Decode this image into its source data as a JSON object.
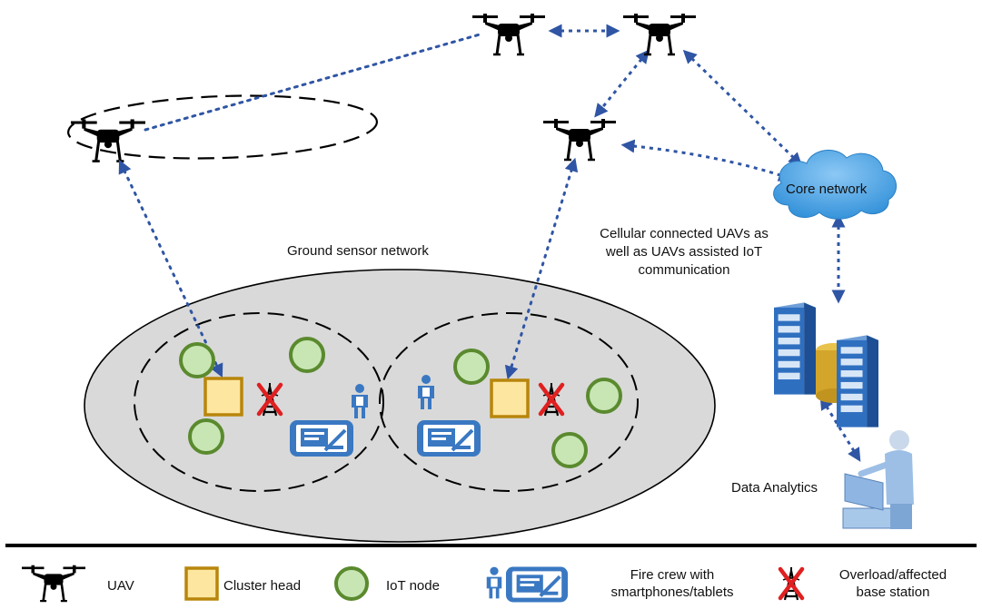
{
  "labels": {
    "ground_sensor_network": "Ground sensor network",
    "cellular_line1": "Cellular connected UAVs as",
    "cellular_line2": "well as UAVs assisted IoT",
    "cellular_line3": "communication",
    "core_network": "Core network",
    "data_analytics": "Data Analytics"
  },
  "legend": {
    "uav": "UAV",
    "cluster_head": "Cluster head",
    "iot_node": "IoT node",
    "fire_crew_line1": "Fire crew with",
    "fire_crew_line2": "smartphones/tablets",
    "overload_line1": "Overload/affected",
    "overload_line2": "base station"
  },
  "colors": {
    "link_blue": "#2f55a4",
    "cloud_blue": "#2f8fd8",
    "iot_fill": "#c8e6b4",
    "iot_stroke": "#5a8a2e",
    "cluster_fill": "#fde6a0",
    "cluster_stroke": "#b8860b",
    "ground_fill": "#d9d9d9",
    "crew_blue": "#3a78c2",
    "cross_red": "#e02020"
  },
  "icons": [
    "drone-icon",
    "cloud-icon",
    "server-icon",
    "analyst-icon",
    "person-icon",
    "tablet-icon",
    "tower-icon",
    "red-cross-icon"
  ]
}
